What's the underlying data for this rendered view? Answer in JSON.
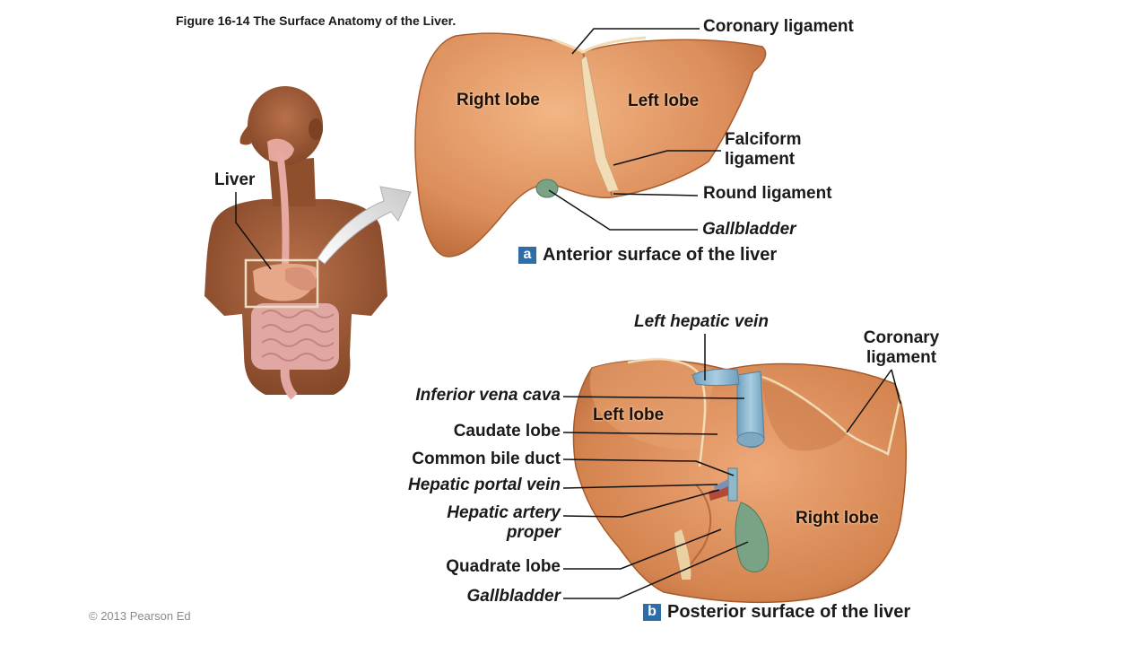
{
  "figure_title": "Figure 16-14  The Surface Anatomy of the Liver.",
  "body_label": "Liver",
  "anterior": {
    "badge": "a",
    "caption": "Anterior surface of the liver",
    "labels": {
      "coronary": "Coronary ligament",
      "right_lobe": "Right lobe",
      "left_lobe": "Left lobe",
      "falciform_1": "Falciform",
      "falciform_2": "ligament",
      "round": "Round ligament",
      "gallbladder": "Gallbladder"
    }
  },
  "posterior": {
    "badge": "b",
    "caption": "Posterior surface of the liver",
    "labels": {
      "left_hepatic_vein": "Left hepatic vein",
      "coronary_1": "Coronary",
      "coronary_2": "ligament",
      "ivc": "Inferior vena cava",
      "caudate": "Caudate lobe",
      "bile_duct": "Common bile duct",
      "portal_vein": "Hepatic portal vein",
      "artery_1": "Hepatic artery",
      "artery_2": "proper",
      "quadrate": "Quadrate lobe",
      "gallbladder": "Gallbladder",
      "left_lobe": "Left lobe",
      "right_lobe": "Right lobe"
    }
  },
  "copyright": "© 2013 Pearson Ed",
  "colors": {
    "liver": "#d98a58",
    "liver_light": "#eeb080",
    "gallbladder": "#6f9a7c",
    "vena_cava": "#8fb9d2",
    "skin": "#a8623a",
    "badge": "#2e6ea8"
  }
}
